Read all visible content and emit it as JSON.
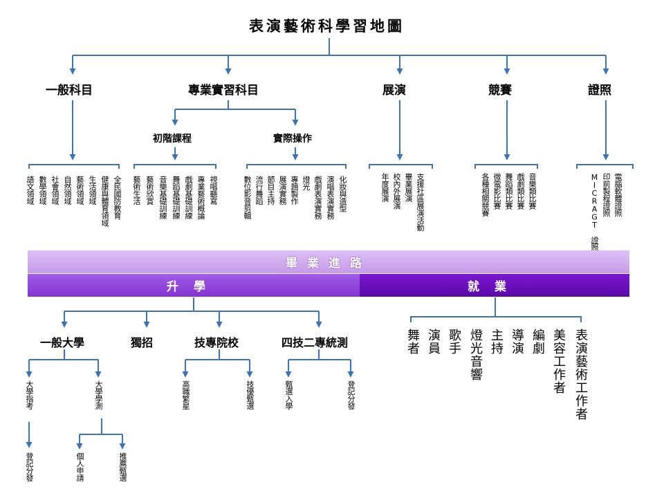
{
  "title": "表演藝術科學習地圖",
  "colors": {
    "line": "#3b73b8",
    "band_top": "#c9a2ef",
    "band_left": "#9345e0",
    "band_right": "#6610bf"
  },
  "categories": [
    "一般科目",
    "專業實習科目",
    "展演",
    "競賽",
    "證照"
  ],
  "professional_subgroups": [
    "初階課程",
    "實際操作"
  ],
  "general_subjects": [
    "語文領域",
    "數學領域",
    "社會領域",
    "自然領域",
    "藝術領域",
    "生活領域",
    "健康與體育領域",
    "全民國防教育"
  ],
  "beginner_courses": [
    "藝術生活",
    "藝術欣賞",
    "音樂基礎訓練",
    "舞蹈基礎訓練",
    "戲劇基礎訓練",
    "專業藝術概論",
    "視唱聽寫"
  ],
  "practical_courses": [
    "數位影音剪輯",
    "流行舞蹈",
    "節目主持",
    "展演實務",
    "專題製作",
    "燈光",
    "戲劇表演實務",
    "演唱表演實務",
    "化妝與造型"
  ],
  "performance_items": [
    "年度展演",
    "校內外展演",
    "畢業展演",
    "支援社區展演活動"
  ],
  "competition_items": [
    "各種相關競賽",
    "微電影比賽",
    "舞蹈類比賽",
    "戲劇類比賽",
    "音樂類比賽"
  ],
  "certificate_items": [
    "MICRAGT 證照",
    "印前製程證照",
    "電腦軟體證照"
  ],
  "bands": {
    "graduation": "畢業進路",
    "further_study": "升學",
    "employment": "就業"
  },
  "study_paths": [
    "一般大學",
    "獨招",
    "技專院校",
    "四技二專統測"
  ],
  "university_methods": [
    "大學指考",
    "大學學測"
  ],
  "register_score_1": "登記分發",
  "gsat_methods": [
    "個人申請",
    "推薦甄選"
  ],
  "tech_methods": [
    "高職繁星",
    "技優甄選"
  ],
  "tvee_methods": [
    "甄選入學",
    "登記分發"
  ],
  "jobs": [
    "舞者",
    "演員",
    "歌手",
    "燈光音響",
    "主持",
    "導演",
    "編劇",
    "美容工作者",
    "表演藝術工作者"
  ]
}
